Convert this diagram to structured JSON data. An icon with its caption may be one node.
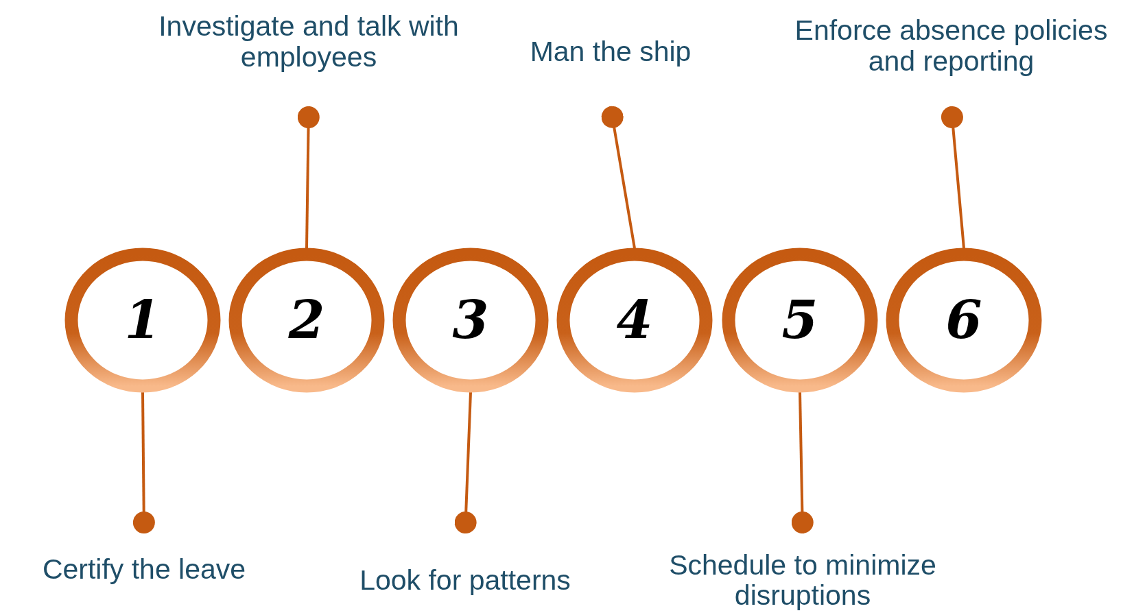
{
  "diagram": {
    "nodes": [
      {
        "text": [
          "1"
        ]
      },
      {
        "text": [
          "2"
        ]
      },
      {
        "text": [
          "3"
        ]
      },
      {
        "text": [
          "4"
        ]
      },
      {
        "text": [
          "5"
        ]
      },
      {
        "text": [
          "6"
        ]
      },
      {
        "text": [
          "Certify the leave"
        ]
      },
      {
        "text": [
          "Investigate and talk with employees"
        ]
      },
      {
        "text": [
          "Look for patterns"
        ]
      },
      {
        "text": [
          "Man the ship"
        ]
      },
      {
        "text": [
          "Schedule to minimize disruptions"
        ]
      },
      {
        "text": [
          "Enforce absence policies and reporting"
        ]
      }
    ],
    "edges": [
      {
        "from": 0,
        "to": 6,
        "arrow": "other"
      },
      {
        "from": 1,
        "to": 7,
        "arrow": "other"
      },
      {
        "from": 2,
        "to": 8,
        "arrow": "other"
      },
      {
        "from": 3,
        "to": 9,
        "arrow": "other"
      },
      {
        "from": 4,
        "to": 10,
        "arrow": "other"
      },
      {
        "from": 5,
        "to": 11,
        "arrow": "other"
      }
    ]
  }
}
